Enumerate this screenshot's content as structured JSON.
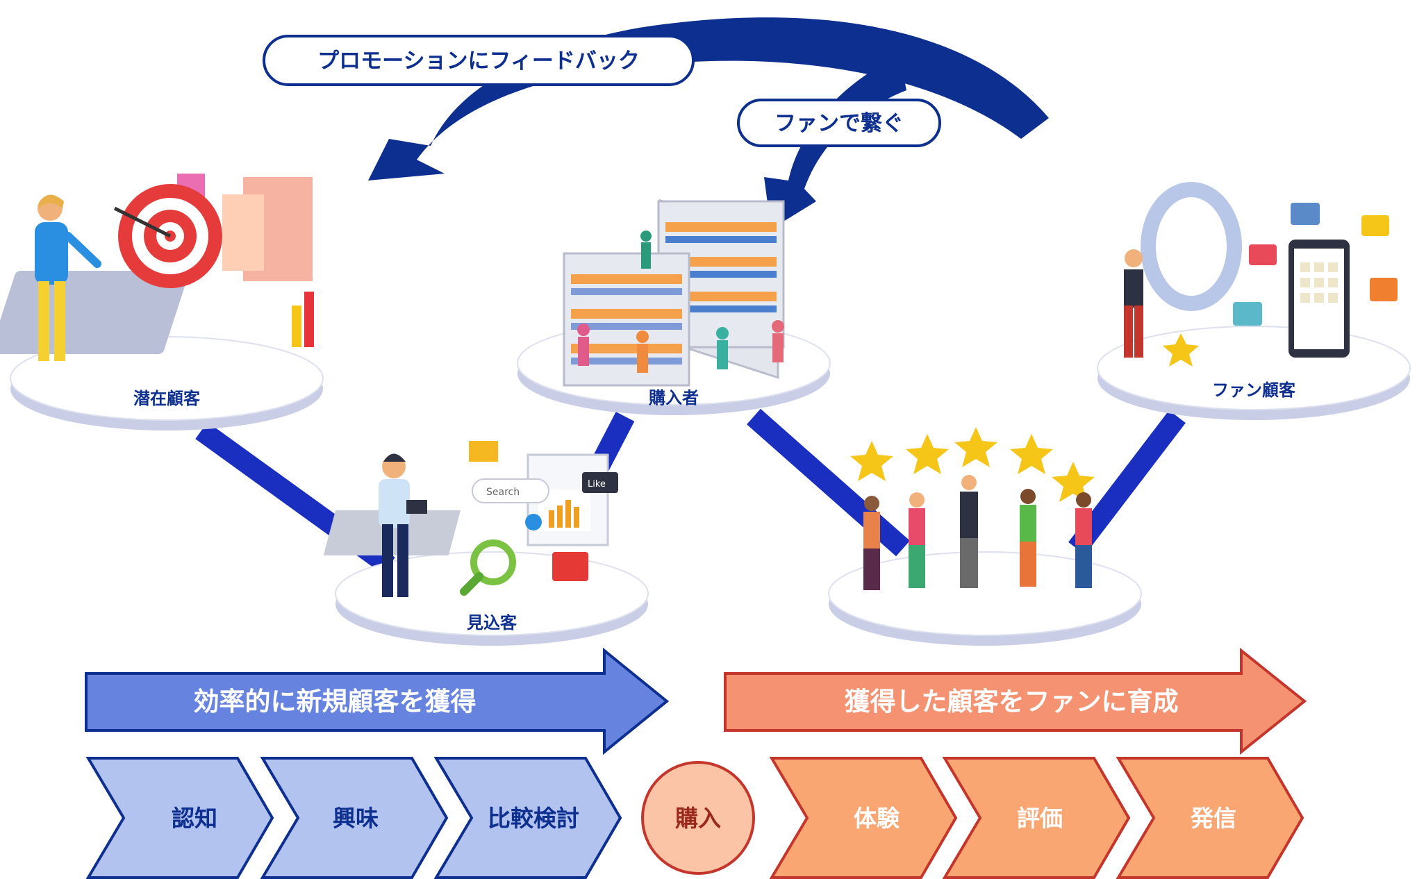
{
  "feedback": {
    "promotion_label": "プロモーションにフィードバック",
    "fan_link_label": "ファンで繋ぐ"
  },
  "stages": {
    "latent": "潜在顧客",
    "prospect": "見込客",
    "buyer": "購入者",
    "fan": "ファン顧客"
  },
  "banners": {
    "acquire": "効率的に新規顧客を獲得",
    "nurture": "獲得した顧客をファンに育成"
  },
  "steps_left": [
    "認知",
    "興味",
    "比較検討"
  ],
  "purchase": "購入",
  "steps_right": [
    "体験",
    "評価",
    "発信"
  ],
  "illustration_text": {
    "search": "Search",
    "like": "Like"
  },
  "colors": {
    "navy": "#0d2f8f",
    "blue_banner": "#6683e0",
    "blue_step": "#b3c3f0",
    "orange_banner": "#f49272",
    "orange_step": "#f9a673",
    "purchase_fill": "#fbc4a6",
    "accent_red": "#c4352b"
  }
}
